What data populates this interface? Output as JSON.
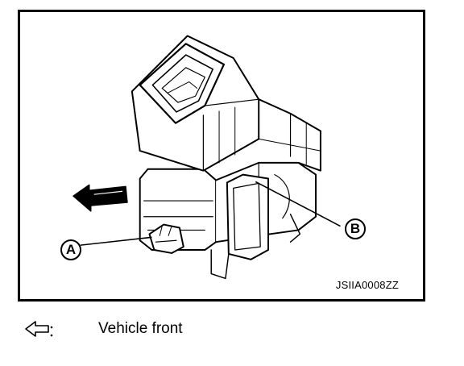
{
  "figure": {
    "callouts": {
      "a": "A",
      "b": "B"
    },
    "code": "JSIIA0008ZZ"
  },
  "legend": {
    "icon": "hollow-arrow-left-icon",
    "label": "Vehicle front"
  }
}
